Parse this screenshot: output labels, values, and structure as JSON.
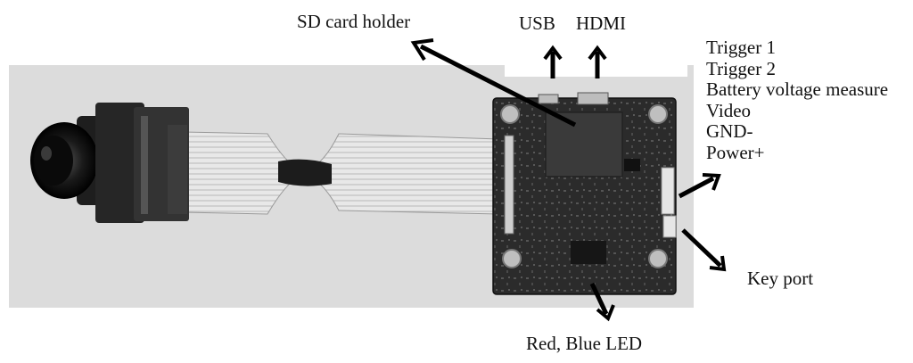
{
  "labels": {
    "sd_card_holder": "SD card holder",
    "usb": "USB",
    "hdmi": "HDMI",
    "pins": [
      "Trigger 1",
      "Trigger 2",
      "Battery voltage measure",
      "Video",
      "GND-",
      "Power+"
    ],
    "key_port": "Key port",
    "led": "Red, Blue LED"
  },
  "colors": {
    "background": "#ffffff",
    "photo_backdrop": "#dcdcdc",
    "board": "#2a2a2a",
    "text": "#111111"
  }
}
